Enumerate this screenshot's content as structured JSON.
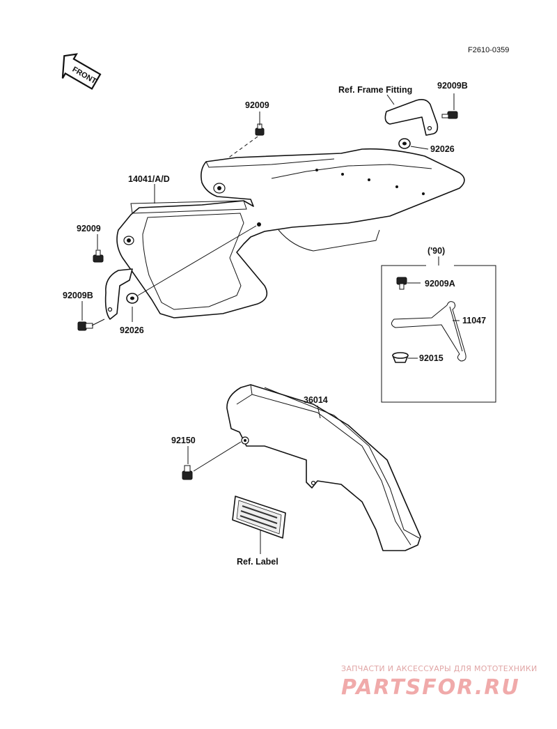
{
  "diagram": {
    "code": "F2610-0359",
    "front_label": "FRONT",
    "labels": {
      "ref_frame_fitting": "Ref. Frame Fitting",
      "p92009b_top": "92009B",
      "p92009_top": "92009",
      "p92026_top": "92026",
      "p14041": "14041/A/D",
      "p92009_left": "92009",
      "p92009b_left": "92009B",
      "p92026_left": "92026",
      "year_90": "('90)",
      "p92009a": "92009A",
      "p11047": "11047",
      "p92015": "92015",
      "p36014": "36014",
      "p92150": "92150",
      "ref_label": "Ref. Label"
    }
  },
  "watermark": {
    "line1": "ЗАПЧАСТИ И АКСЕССУАРЫ ДЛЯ МОТОТЕХНИКИ",
    "line2": "PARTSFOR.RU"
  }
}
